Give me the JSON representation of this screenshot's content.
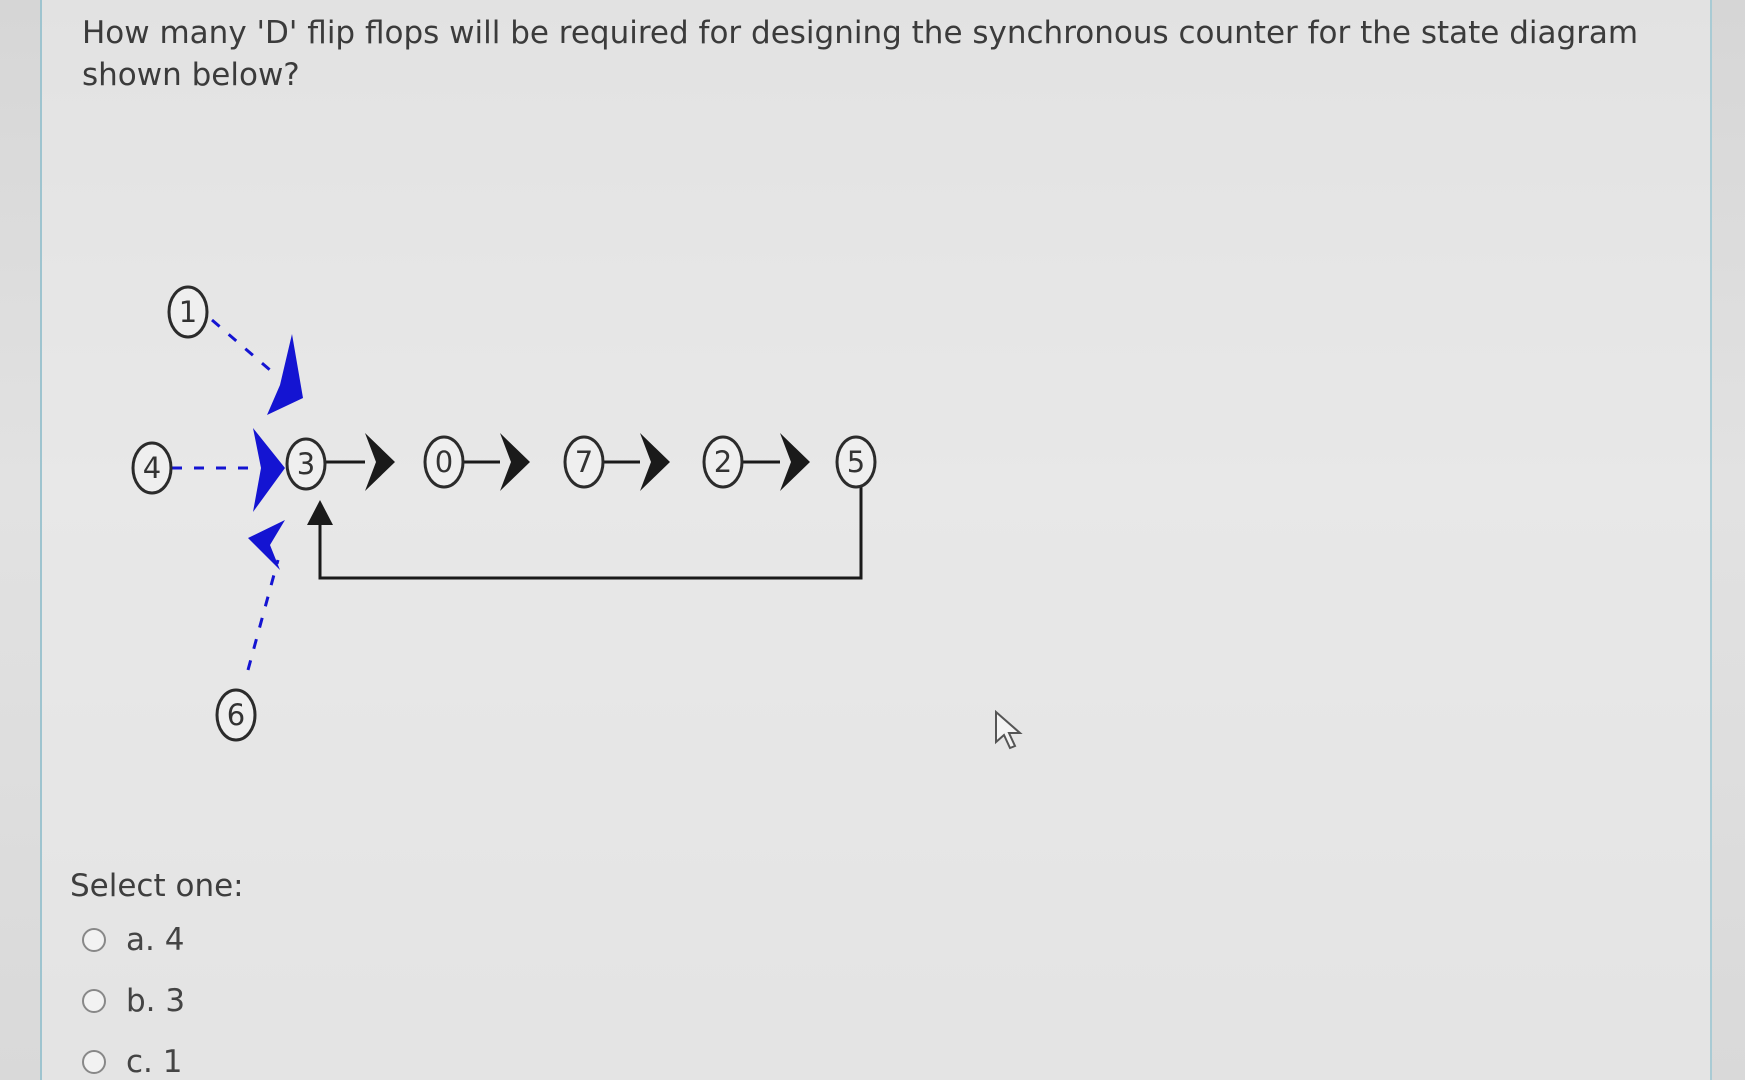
{
  "question": {
    "text": "How many 'D' flip flops will be required for designing the synchronous counter for the state diagram shown below?"
  },
  "diagram": {
    "states": [
      "1",
      "4",
      "3",
      "0",
      "7",
      "2",
      "5",
      "6"
    ],
    "main_sequence": [
      "3",
      "0",
      "7",
      "2",
      "5"
    ],
    "feedback": {
      "from": "5",
      "to": "3"
    },
    "entry_states": [
      "1",
      "4",
      "6"
    ],
    "colors": {
      "main_arrow": "#1a1a1a",
      "entry_arrow": "#1414d2",
      "node_stroke": "#2b2b2b"
    }
  },
  "answer": {
    "select_label": "Select one:",
    "options": [
      {
        "label": "a. 4"
      },
      {
        "label": "b. 3"
      },
      {
        "label": "c. 1"
      }
    ]
  }
}
